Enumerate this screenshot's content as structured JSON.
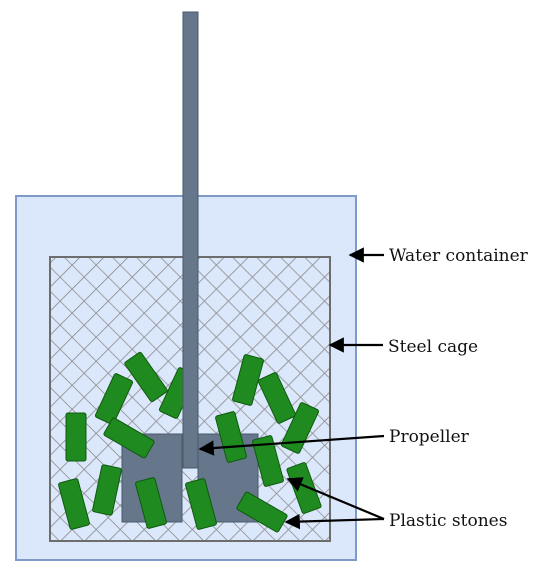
{
  "labels": {
    "water_container": "Water container",
    "steel_cage": "Steel cage",
    "propeller": "Propeller",
    "plastic_stones": "Plastic stones"
  },
  "colors": {
    "water_fill": "#dbe7fb",
    "water_stroke": "#7f9ac9",
    "cage_mesh": "#8a8a8a",
    "cage_border": "#6d6d6d",
    "shaft": "#66778c",
    "shaft_stroke": "#4a5a6d",
    "blade": "#66778c",
    "stone_fill": "#1f8a1f",
    "stone_stroke": "#0e5a0e",
    "arrow": "#000000"
  }
}
